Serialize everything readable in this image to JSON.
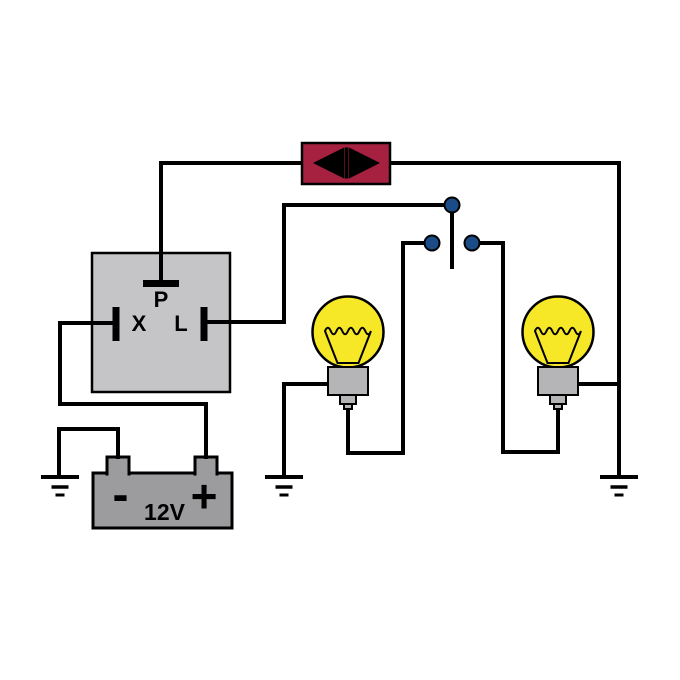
{
  "diagram": {
    "kind": "flasher-relay-two-lamp-circuit",
    "relay": {
      "label_p": "P",
      "label_x": "X",
      "label_l": "L"
    },
    "battery": {
      "label_minus": "-",
      "label_plus": "+",
      "label_voltage": "12V"
    },
    "indicator": {
      "left_icon": "left-arrow",
      "right_icon": "right-arrow"
    },
    "colors": {
      "wire": "#000000",
      "indicator_red": "#A62040",
      "contact_blue": "#1C4C87",
      "bulb_yellow": "#F6E826",
      "relay_gray": "#C5C5C7",
      "battery_gray": "#9C9C9F",
      "base_gray": "#B5B5B7",
      "background": "#FFFFFF"
    }
  }
}
